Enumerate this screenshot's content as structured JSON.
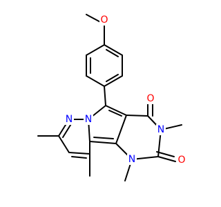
{
  "colors": {
    "bond": "#000000",
    "oxygen": "#ff0000",
    "nitrogen": "#0000ff",
    "background": "#ffffff"
  },
  "atoms": {
    "o_methoxy": "O",
    "o_upper_carbonyl": "O",
    "o_lower_carbonyl": "O",
    "n_pyridazine_a": "N",
    "n_pyridazine_b": "N",
    "n_imide": "N",
    "n_lower": "N"
  }
}
